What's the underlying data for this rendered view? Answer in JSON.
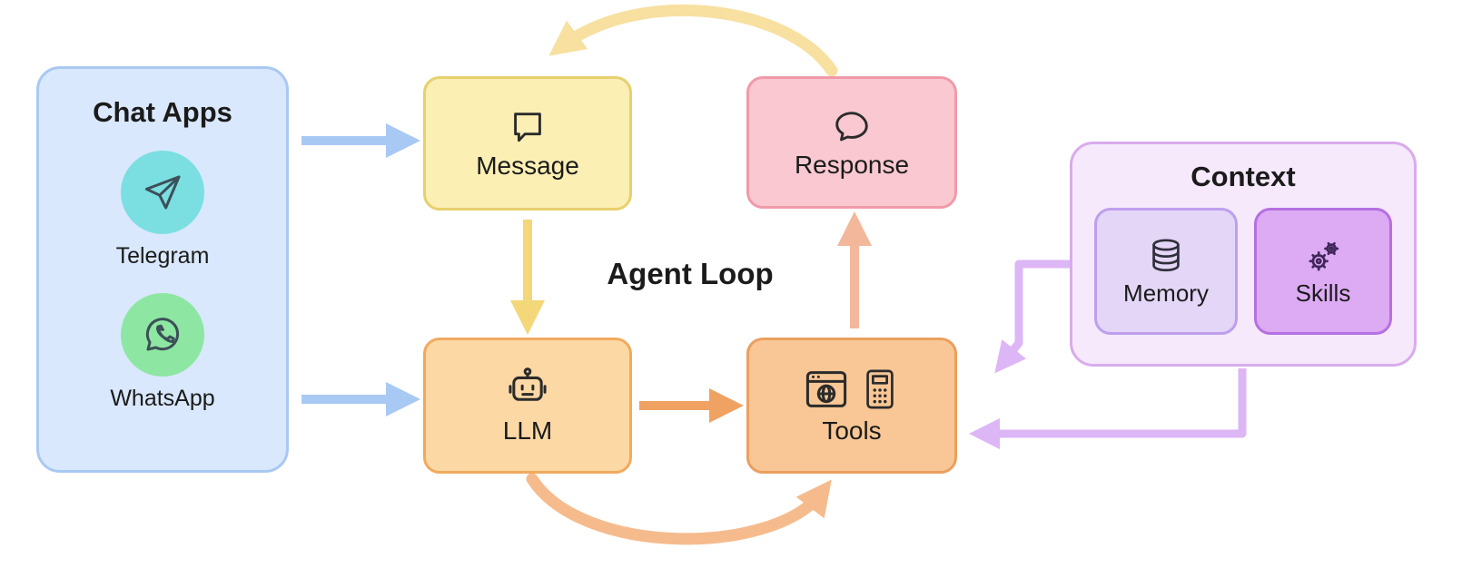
{
  "diagram": {
    "center_label": "Agent Loop",
    "nodes": {
      "chat_apps": {
        "label": "Chat Apps",
        "items": [
          {
            "label": "Telegram",
            "icon": "telegram-icon",
            "circle_color": "#7bdfe1"
          },
          {
            "label": "WhatsApp",
            "icon": "whatsapp-icon",
            "circle_color": "#8de6a2"
          }
        ]
      },
      "message": {
        "label": "Message",
        "icon": "speech-bubble-square-icon"
      },
      "response": {
        "label": "Response",
        "icon": "speech-bubble-round-icon"
      },
      "llm": {
        "label": "LLM",
        "icon": "robot-icon"
      },
      "tools": {
        "label": "Tools",
        "icons": [
          "browser-globe-icon",
          "calculator-icon"
        ]
      },
      "context": {
        "label": "Context",
        "items": [
          {
            "label": "Memory",
            "icon": "database-icon"
          },
          {
            "label": "Skills",
            "icon": "gears-icon"
          }
        ]
      }
    },
    "edges": [
      {
        "from": "Chat Apps",
        "to": "Message",
        "color": "#a9c9f5"
      },
      {
        "from": "Chat Apps",
        "to": "LLM",
        "color": "#a9c9f5"
      },
      {
        "from": "Message",
        "to": "LLM",
        "color": "#f3d779"
      },
      {
        "from": "LLM",
        "to": "Tools",
        "color": "#f0a263"
      },
      {
        "from": "LLM",
        "to": "Tools (bottom curve)",
        "color": "#f6bb8c"
      },
      {
        "from": "Tools",
        "to": "Response",
        "color": "#f3b79b"
      },
      {
        "from": "Response",
        "to": "Message (top curve)",
        "color": "#f7e0a0"
      },
      {
        "from": "Context",
        "to": "Tools (top elbow)",
        "color": "#ddb6f6"
      },
      {
        "from": "Context",
        "to": "Tools (side elbow)",
        "color": "#ddb6f6"
      }
    ],
    "colors": {
      "chat_apps_fill": "#d9e8fc",
      "chat_apps_border": "#a9c9f2",
      "telegram_circle": "#7bdfe1",
      "whatsapp_circle": "#8de6a2",
      "message_fill": "#fbefb4",
      "message_border": "#e7d06e",
      "response_fill": "#f9c8d1",
      "response_border": "#f09aa9",
      "llm_fill": "#fcd8a5",
      "llm_border": "#f0aa5e",
      "tools_fill": "#f8c795",
      "tools_border": "#eb9f5e",
      "context_fill": "#f5e9fb",
      "context_border": "#d9abee",
      "memory_fill": "#e4d6f7",
      "memory_border": "#bd9fee",
      "skills_fill": "#dcabf3",
      "skills_border": "#b570e2",
      "text": "#1b1b1b"
    }
  }
}
